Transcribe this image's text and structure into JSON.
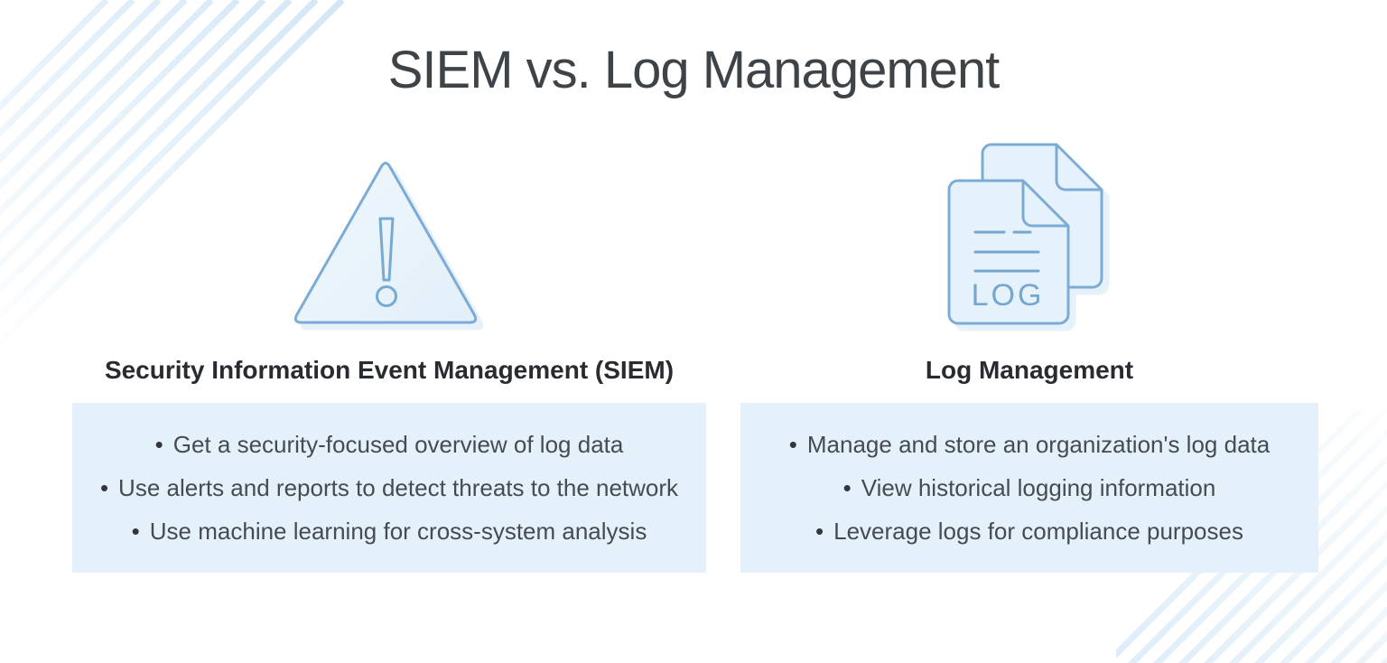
{
  "title": "SIEM vs. Log Management",
  "bullet_char": "•",
  "columns": [
    {
      "id": "siem",
      "icon": "warning-triangle-icon",
      "heading": "Security Information Event Management (SIEM)",
      "bullets": [
        "Get a security-focused overview of log data",
        "Use alerts and reports to detect threats to the network",
        "Use machine learning for cross-system analysis"
      ]
    },
    {
      "id": "log-management",
      "icon": "log-documents-icon",
      "icon_label": "LOG",
      "heading": "Log Management",
      "bullets": [
        "Manage and store an organization's log data",
        "View historical logging information",
        "Leverage logs for compliance purposes"
      ]
    }
  ],
  "colors": {
    "accent_stroke": "#7cacd6",
    "icon_fill": "#e6f2fb",
    "icon_detail": "#74a6cf",
    "panel_fill": "#e4f1fa",
    "stripe": "#d7e9f7",
    "title_text": "#3e4347",
    "heading_text": "#282b30",
    "body_text": "#464b52"
  }
}
